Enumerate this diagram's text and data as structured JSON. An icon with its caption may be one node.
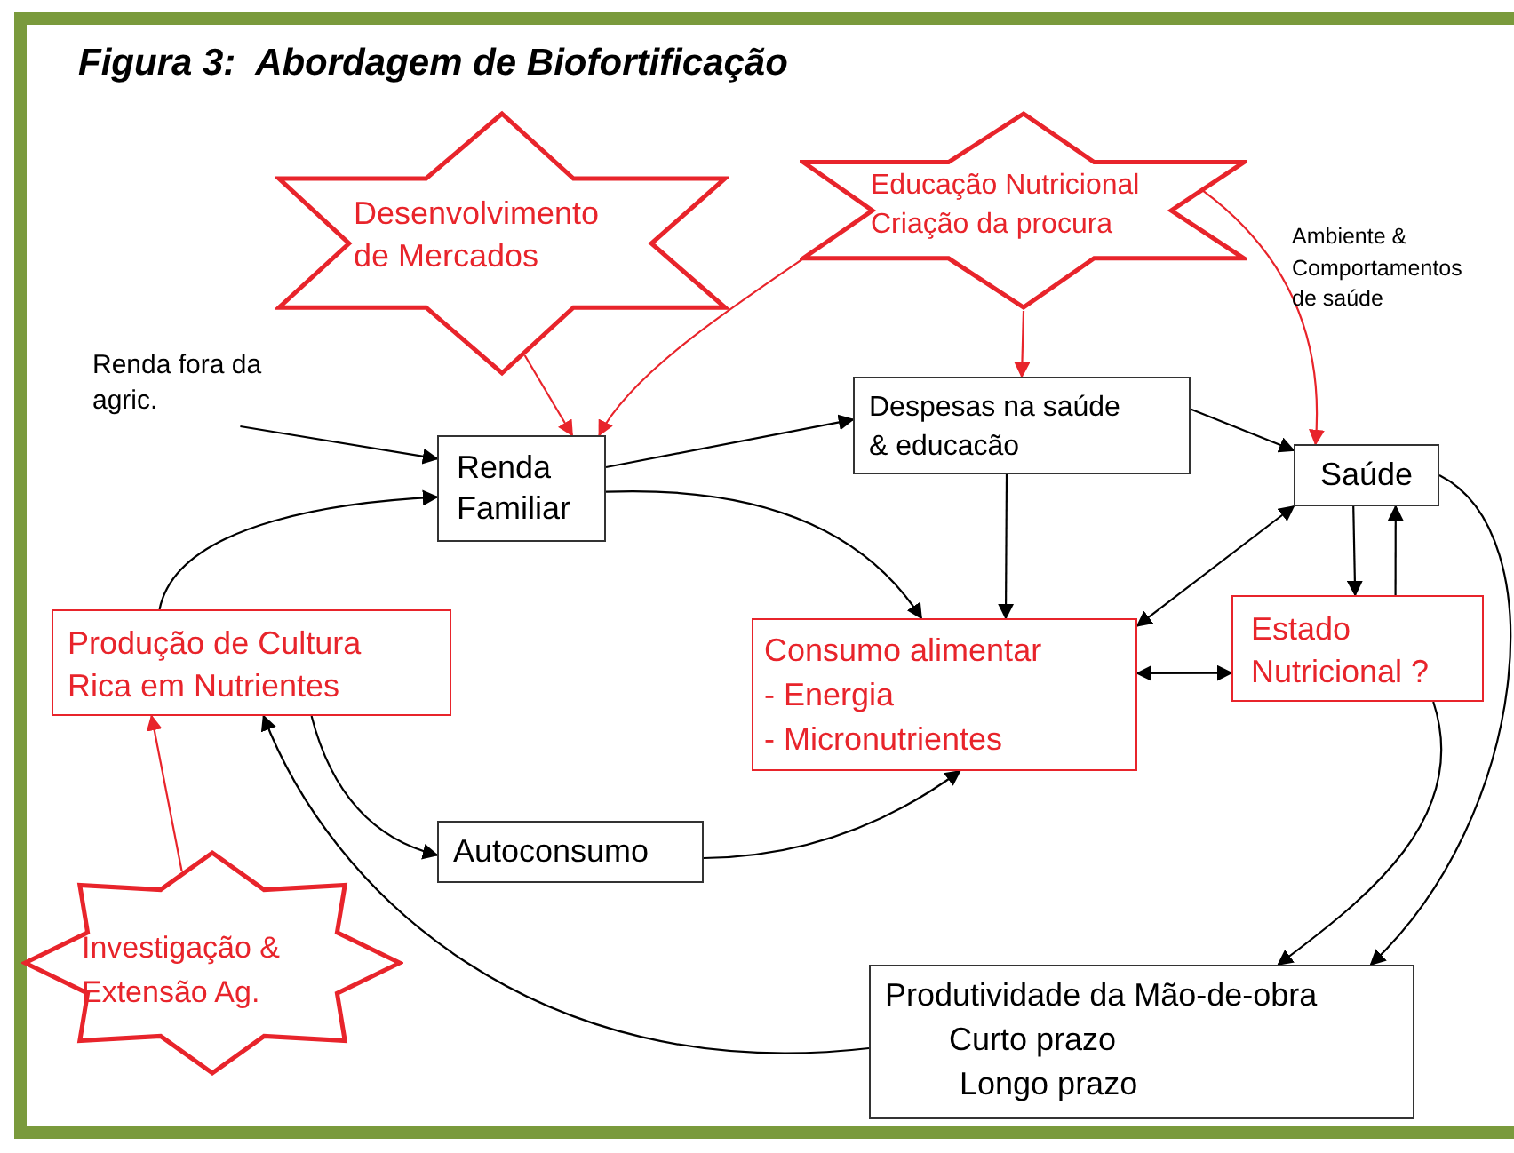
{
  "diagram": {
    "title": "Figura 3:  Abordagem de Biofortificação",
    "nodes": [
      {
        "text": [
          "Desenvolvimento de Mercados"
        ]
      },
      {
        "text": [
          "Educação Nutricional Criação da procura"
        ]
      },
      {
        "text": [
          "Renda fora da agric."
        ]
      },
      {
        "text": [
          "Renda Familiar"
        ]
      },
      {
        "text": [
          "Despesas na saúde & educacão"
        ]
      },
      {
        "text": [
          "Ambiente & Comportamentos de saúde"
        ]
      },
      {
        "text": [
          "Saúde"
        ]
      },
      {
        "text": [
          "Produção de Cultura Rica em Nutrientes"
        ]
      },
      {
        "text": [
          "Consumo alimentar",
          "- Energia",
          "- Micronutrientes"
        ]
      },
      {
        "text": [
          "Estado Nutricional ?"
        ]
      },
      {
        "text": [
          "Investigação & Extensão Ag."
        ]
      },
      {
        "text": [
          "Autoconsumo"
        ]
      },
      {
        "text": [
          "Produtividade da Mão-de-obra",
          "Curto prazo",
          "Longo prazo"
        ]
      }
    ],
    "edges": [
      {
        "from": 0,
        "to": 3,
        "arrow": "to",
        "color": "#e8242b"
      },
      {
        "from": 1,
        "to": 3,
        "arrow": "to",
        "color": "#e8242b"
      },
      {
        "from": 1,
        "to": 4,
        "arrow": "to",
        "color": "#e8242b"
      },
      {
        "from": 1,
        "to": 6,
        "arrow": "to",
        "color": "#e8242b"
      },
      {
        "from": 2,
        "to": 3,
        "arrow": "to"
      },
      {
        "from": 3,
        "to": 4,
        "arrow": "to"
      },
      {
        "from": 3,
        "to": 8,
        "arrow": "to"
      },
      {
        "from": 4,
        "to": 6,
        "arrow": "to"
      },
      {
        "from": 4,
        "to": 8,
        "arrow": "to"
      },
      {
        "from": 6,
        "to": 8,
        "arrow": "both"
      },
      {
        "from": 6,
        "to": 9,
        "arrow": "to"
      },
      {
        "from": 9,
        "to": 6,
        "arrow": "to"
      },
      {
        "from": 8,
        "to": 9,
        "arrow": "both"
      },
      {
        "from": 7,
        "to": 3,
        "arrow": "to"
      },
      {
        "from": 7,
        "to": 11,
        "arrow": "to"
      },
      {
        "from": 11,
        "to": 8,
        "arrow": "to"
      },
      {
        "from": 12,
        "to": 7,
        "arrow": "to"
      },
      {
        "from": 6,
        "to": 12,
        "arrow": "to"
      },
      {
        "from": 9,
        "to": 12,
        "arrow": "to"
      },
      {
        "from": 10,
        "to": 7,
        "arrow": "to",
        "color": "#e8242b"
      }
    ]
  }
}
